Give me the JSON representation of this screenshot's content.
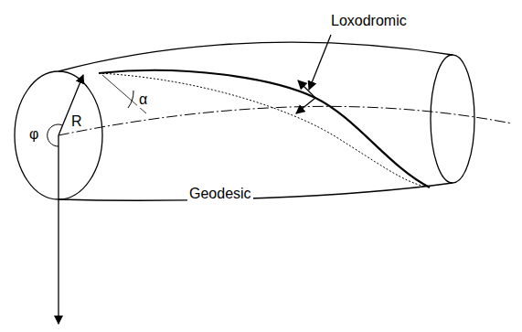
{
  "diagram": {
    "labels": [
      "Loxodromic",
      "α",
      "φ",
      "R",
      "Geodesic"
    ]
  }
}
